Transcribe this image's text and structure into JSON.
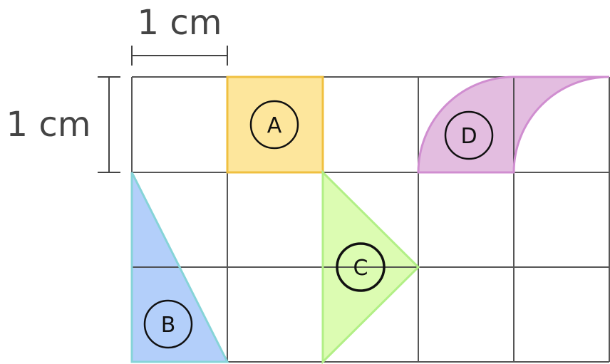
{
  "dimensions": {
    "horizontal_label": "1 cm",
    "vertical_label": "1 cm"
  },
  "grid": {
    "columns": 5,
    "rows": 3,
    "line_color": "#444444"
  },
  "shapes": [
    {
      "id": "A",
      "label": "A",
      "kind": "square",
      "fill": "#fde69c",
      "stroke": "#f0c040"
    },
    {
      "id": "B",
      "label": "B",
      "kind": "right-triangle",
      "fill": "#b3cffa",
      "stroke": "#86d4d8"
    },
    {
      "id": "C",
      "label": "C",
      "kind": "triangle",
      "fill": "#dcfcb2",
      "stroke": "#b2ef86"
    },
    {
      "id": "D",
      "label": "D",
      "kind": "curved-parallelogram",
      "fill": "#e3bde0",
      "stroke": "#d08ed0"
    }
  ]
}
